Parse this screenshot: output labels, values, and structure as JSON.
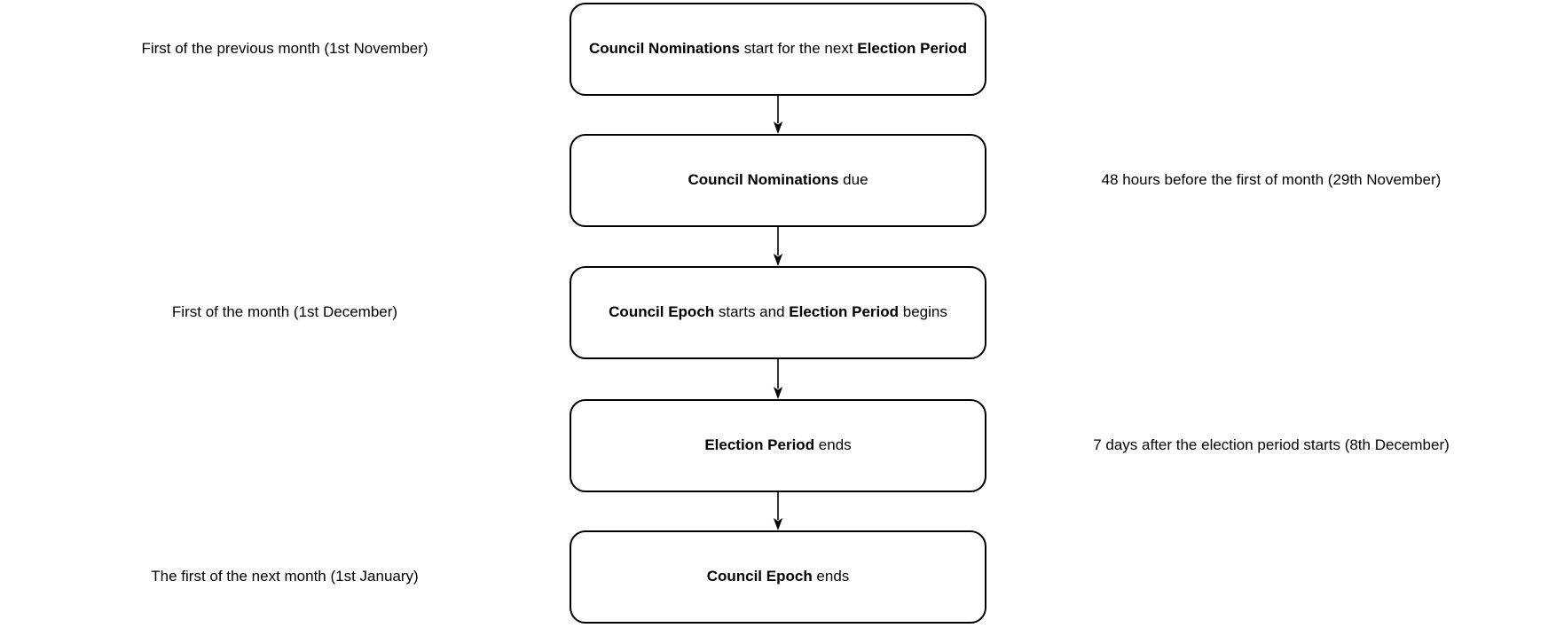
{
  "diagram": {
    "type": "flowchart",
    "direction": "top-down",
    "colors": {
      "background": "#ffffff",
      "box_fill": "#ffffff",
      "box_border": "#000000",
      "text": "#000000",
      "connector": "#000000"
    },
    "connector": {
      "style": "solid-line",
      "arrowhead": "filled-triangle-down"
    },
    "steps": [
      {
        "box": {
          "segments": [
            {
              "text": "Council Nominations",
              "bold": true
            },
            {
              "text": " start for the next ",
              "bold": false
            },
            {
              "text": "Election Period",
              "bold": true
            }
          ]
        },
        "annotation": {
          "text": "First of the previous month (1st November)",
          "side": "left"
        }
      },
      {
        "box": {
          "segments": [
            {
              "text": "Council Nominations",
              "bold": true
            },
            {
              "text": " due",
              "bold": false
            }
          ]
        },
        "annotation": {
          "text": "48 hours before the first of month (29th November)",
          "side": "right"
        }
      },
      {
        "box": {
          "segments": [
            {
              "text": "Council Epoch",
              "bold": true
            },
            {
              "text": " starts and ",
              "bold": false
            },
            {
              "text": "Election Period",
              "bold": true
            },
            {
              "text": " begins",
              "bold": false
            }
          ]
        },
        "annotation": {
          "text": "First of the month (1st December)",
          "side": "left"
        }
      },
      {
        "box": {
          "segments": [
            {
              "text": "Election Period",
              "bold": true
            },
            {
              "text": " ends",
              "bold": false
            }
          ]
        },
        "annotation": {
          "text": "7 days after the election period starts (8th December)",
          "side": "right"
        }
      },
      {
        "box": {
          "segments": [
            {
              "text": "Council Epoch",
              "bold": true
            },
            {
              "text": " ends",
              "bold": false
            }
          ]
        },
        "annotation": {
          "text": "The first of the next month (1st January)",
          "side": "left"
        }
      }
    ]
  }
}
